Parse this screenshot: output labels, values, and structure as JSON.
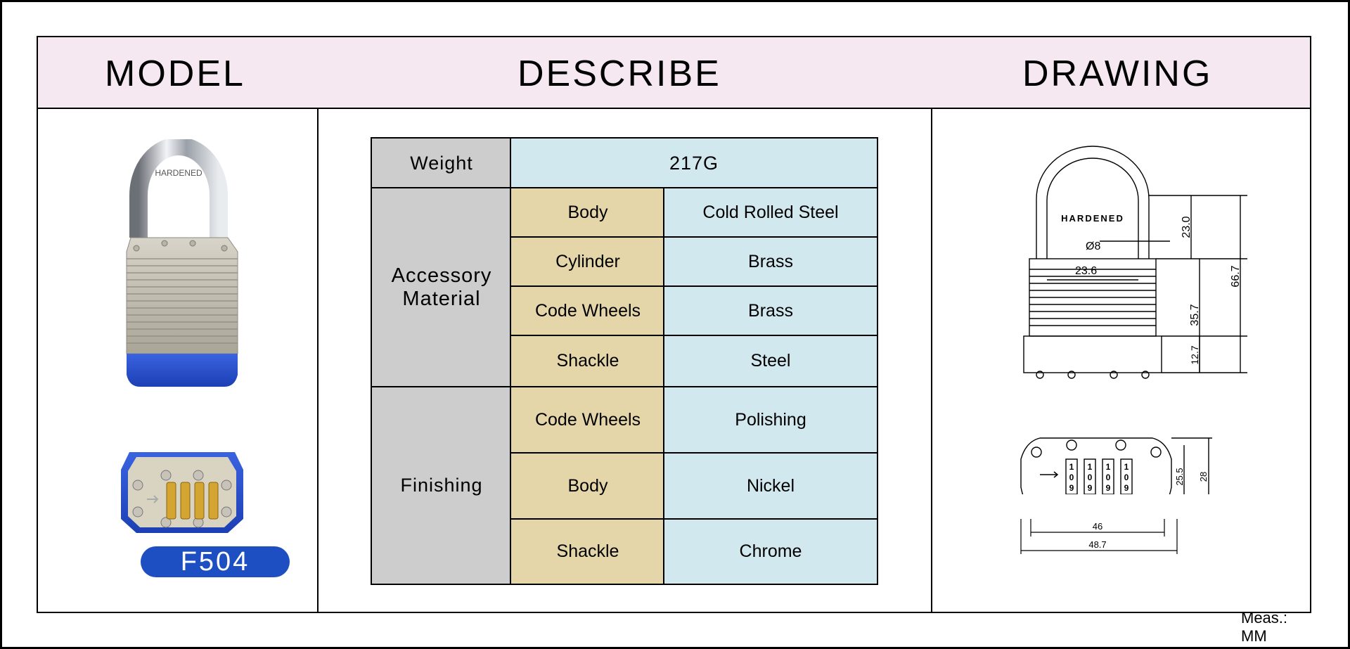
{
  "header": {
    "model": "MODEL",
    "describe": "DESCRIBE",
    "drawing": "DRAWING"
  },
  "model": {
    "code": "F504",
    "icons": [
      "padlock-photo",
      "combination-lock-photo"
    ]
  },
  "spec": {
    "weight_label": "Weight",
    "weight_value": "217G",
    "accessory_line1": "Accessory",
    "accessory_line2": "Material",
    "accessory_rows": [
      {
        "part": "Body",
        "material": "Cold Rolled Steel"
      },
      {
        "part": "Cylinder",
        "material": "Brass"
      },
      {
        "part": "Code Wheels",
        "material": "Brass"
      },
      {
        "part": "Shackle",
        "material": "Steel"
      }
    ],
    "finishing_label": "Finishing",
    "finishing_rows": [
      {
        "part": "Code Wheels",
        "finish": "Polishing"
      },
      {
        "part": "Body",
        "finish": "Nickel"
      },
      {
        "part": "Shackle",
        "finish": "Chrome"
      }
    ]
  },
  "drawing": {
    "engraving": "HARDENED",
    "front_dims": {
      "shackle_dia": "Ø8",
      "inner_width": "23.6",
      "shackle_height": "23.0",
      "body_height": "35.7",
      "base_height": "12.7",
      "total_height": "66.7"
    },
    "top_dims": {
      "inner_length": "46",
      "outer_length": "48.7",
      "inner_depth": "25.5",
      "outer_depth": "28"
    },
    "dial_digits": [
      "1",
      "0",
      "9"
    ],
    "units": "Meas.: MM"
  },
  "colors": {
    "header_bg": "#f5e8f0",
    "grey": "#cdcdcd",
    "tan": "#e5d6aa",
    "blue": "#d1e8ee",
    "badge": "#1d4fc3"
  }
}
